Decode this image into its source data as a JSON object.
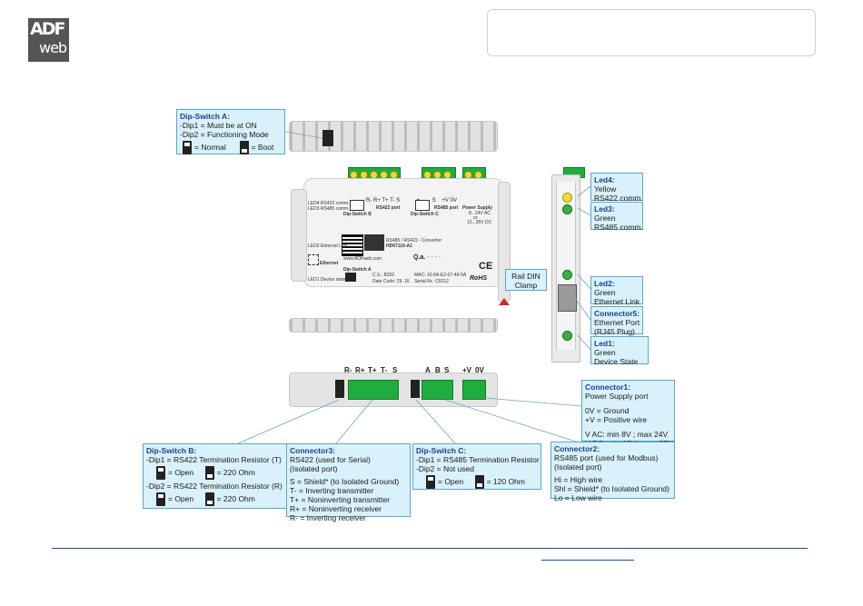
{
  "logo": {
    "line1": "ADF",
    "line2": "web"
  },
  "device": {
    "top_labels": [
      "R-",
      "R+",
      "T+",
      "T-",
      "S",
      "+",
      "-",
      "S",
      "+V",
      "0V"
    ],
    "label_dip_b": "Dip-Switch B",
    "label_rs422_port": "RS422 port",
    "label_dip_c": "Dip-Switch C",
    "label_rs485_port": "RS485 port",
    "label_power": "Power Supply",
    "power_range1": "8...24V AC",
    "power_range2": "or",
    "power_range3": "12...35V DC",
    "led4_label": "LED4 RS422 comm.",
    "led3_label": "LED3 RS485 comm.",
    "led2_label": "LED2 Ethernet Link",
    "led1_label": "LED1 Device state",
    "ethernet_label": "Ethernet",
    "dip_a_label": "Dip-Switch A",
    "product_name": "RS485 / RS422 - Converter",
    "product_code": "HD67116-A1",
    "qa": "Q.a.",
    "qa_marks": "- - - -",
    "website": "www.ADFweb.com",
    "cs": "C.S.: B202",
    "date_code": "Date Code: 29. 16",
    "mac": "MAC: 10-6A-E2-07-49-5A",
    "serial": "Serial Nr.: C6212",
    "rohs": "RoHS",
    "ce": "CE",
    "bottom_labels": {
      "r_minus": "R-",
      "r_plus": "R+",
      "t_plus": "T+",
      "t_minus": "T-",
      "s1": "S",
      "a": "A",
      "b": "B",
      "s2": "S",
      "v_plus": "+V",
      "v_zero": "0V"
    }
  },
  "rail_din": {
    "line1": "Rail DIN",
    "line2": "Clamp"
  },
  "callouts": {
    "dip_a": {
      "title": "Dip-Switch A:",
      "l1": "-Dip1 = Must be at ON",
      "l2": "-Dip2 = Functioning Mode",
      "opt1": "= Normal",
      "opt2": "= Boot"
    },
    "led4": {
      "title": "Led4:",
      "l1": "Yellow",
      "l2": "RS422 comm."
    },
    "led3": {
      "title": "Led3:",
      "l1": "Green",
      "l2": "RS485 comm."
    },
    "led2": {
      "title": "Led2:",
      "l1": "Green",
      "l2": "Ethernet Link"
    },
    "conn5": {
      "title": "Connector5:",
      "l1": "Ethernet Port",
      "l2": "(RJ45 Plug)"
    },
    "led1": {
      "title": "Led1:",
      "l1": "Green",
      "l2": "Device State"
    },
    "conn1": {
      "title": "Connector1:",
      "l1": "Power Supply port",
      "l2": "0V = Ground",
      "l3": "+V = Positive wire",
      "l4": "V AC: min 8V ; max 24V",
      "l5": "V DC: min 12V ; max 35V"
    },
    "dip_b": {
      "title": "Dip-Switch B:",
      "l1": "-Dip1 = RS422 Termination Resistor (T)",
      "opt1a": "= Open",
      "opt1b": "= 220 Ohm",
      "l2": "-Dip2 = RS422 Termination Resistor (R)",
      "opt2a": "= Open",
      "opt2b": "= 220 Ohm"
    },
    "conn3": {
      "title": "Connector3:",
      "l1": "RS422 (used for Serial)",
      "l2": "(Isolated port)",
      "l3": "S = Shield* (to Isolated Ground)",
      "l4": "T- = Inverting transmitter",
      "l5": "T+ = Noninverting transmitter",
      "l6": "R+ = Noninverting receiver",
      "l7": "R- = Inverting receiver"
    },
    "dip_c": {
      "title": "Dip-Switch C:",
      "l1": "-Dip1 = RS485 Termination Resistor",
      "l2": "-Dip2 = Not used",
      "opt1": "= Open",
      "opt2": "= 120 Ohm"
    },
    "conn2": {
      "title": "Connector2:",
      "l1": "RS485 port (used for Modbus)",
      "l2": "(Isolated port)",
      "l3": "Hi = High wire",
      "l4": "Shl = Shield* (to Isolated Ground)",
      "l5": "Lo = Low wire"
    }
  },
  "colors": {
    "callout_bg": "#d9f1fb",
    "callout_border": "#5aa7c9",
    "terminal_green": "#1fae3e",
    "footer_line": "#1c4fa0"
  }
}
